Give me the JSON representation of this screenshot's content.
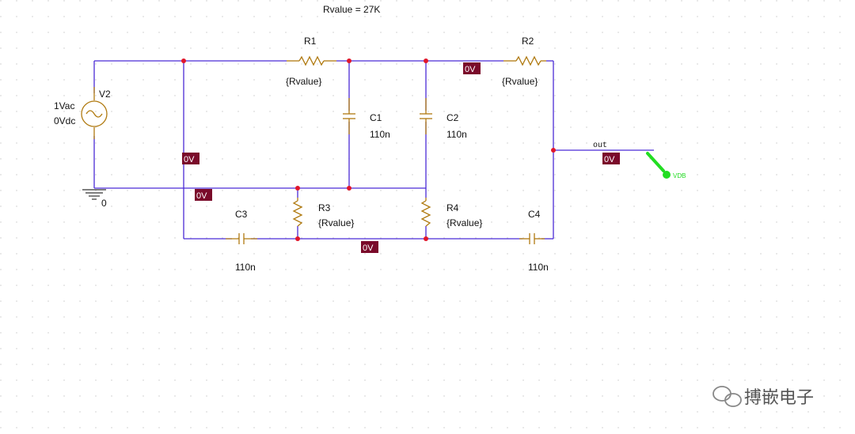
{
  "schematic": {
    "param": "Rvalue = 27K",
    "components": {
      "r1": {
        "ref": "R1",
        "value": "{Rvalue}"
      },
      "r2": {
        "ref": "R2",
        "value": "{Rvalue}"
      },
      "r3": {
        "ref": "R3",
        "value": "{Rvalue}"
      },
      "r4": {
        "ref": "R4",
        "value": "{Rvalue}"
      },
      "c1": {
        "ref": "C1",
        "value": "110n"
      },
      "c2": {
        "ref": "C2",
        "value": "110n"
      },
      "c3": {
        "ref": "C3",
        "value": "110n"
      },
      "c4": {
        "ref": "C4",
        "value": "110n"
      },
      "v2": {
        "ref": "V2",
        "ac": "1Vac",
        "dc": "0Vdc"
      }
    },
    "ground_label": "0",
    "net_out": "out",
    "probe": "VDB",
    "voltage_badges": [
      "0V",
      "0V",
      "0V",
      "0V",
      "0V"
    ],
    "colors": {
      "wire": "#4b2bd6",
      "part": "#b07a10",
      "node": "#e0162b",
      "badge": "#7a0a2a",
      "probe": "#22dd22",
      "grid": "#c8c8c8"
    }
  },
  "watermark": {
    "text": "搏嵌电子"
  }
}
